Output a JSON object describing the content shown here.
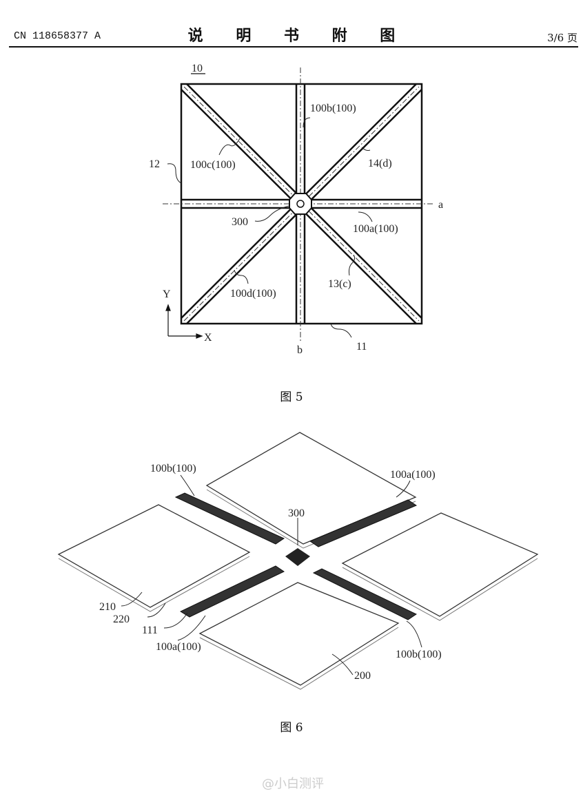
{
  "header": {
    "publication_number": "CN 118658377 A",
    "title": "说 明 书 附 图",
    "page": "3/6 页"
  },
  "figure5": {
    "caption": "图 5",
    "labels": {
      "ref10": "10",
      "ref12": "12",
      "ref100b": "100b(100)",
      "ref100c": "100c(100)",
      "ref14": "14(d)",
      "ref300": "300",
      "ref100a": "100a(100)",
      "ref100d": "100d(100)",
      "ref13": "13(c)",
      "ref11": "11",
      "axis_a": "a",
      "axis_b": "b",
      "axis_x": "X",
      "axis_y": "Y"
    }
  },
  "figure6": {
    "caption": "图 6",
    "labels": {
      "ref100b_top": "100b(100)",
      "ref100a_top": "100a(100)",
      "ref300": "300",
      "ref210": "210",
      "ref220": "220",
      "ref111": "111",
      "ref100a_bottom": "100a(100)",
      "ref100b_bottom": "100b(100)",
      "ref200": "200"
    }
  },
  "watermark": "@小白测评"
}
